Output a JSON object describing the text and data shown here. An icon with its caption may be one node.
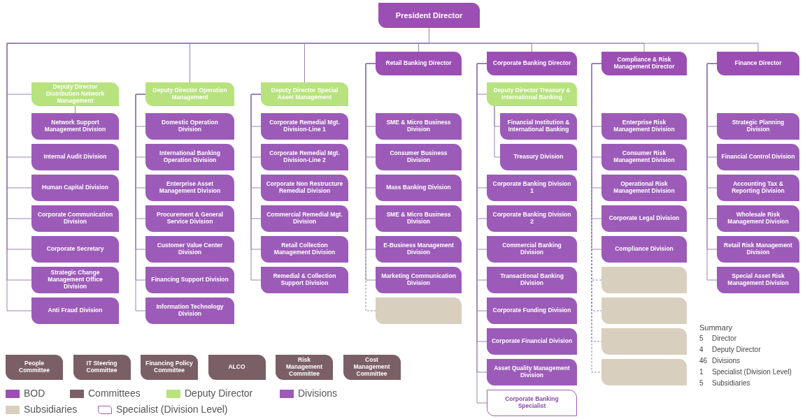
{
  "diagram": {
    "nodes": [
      {
        "text": [
          "President Director"
        ]
      },
      {
        "text": [
          "Deputy Director Distribution Network Management"
        ]
      },
      {
        "text": [
          "Network Support Management Division"
        ]
      },
      {
        "text": [
          "Internal Audit Division"
        ]
      },
      {
        "text": [
          "Human Capital Division"
        ]
      },
      {
        "text": [
          "Corporate Communication Division"
        ]
      },
      {
        "text": [
          "Corporate Secretary"
        ]
      },
      {
        "text": [
          "Strategic Change Management Office Division"
        ]
      },
      {
        "text": [
          "Anti Fraud Division"
        ]
      },
      {
        "text": [
          "Deputy Director Operation Management"
        ]
      },
      {
        "text": [
          "Domestic Operation Division"
        ]
      },
      {
        "text": [
          "International Banking Operation Division"
        ]
      },
      {
        "text": [
          "Enterprise Asset Management Division"
        ]
      },
      {
        "text": [
          "Procurement & General Service Division"
        ]
      },
      {
        "text": [
          "Customer Value Center Division"
        ]
      },
      {
        "text": [
          "Financing Support Division"
        ]
      },
      {
        "text": [
          "Information Technology Division"
        ]
      },
      {
        "text": [
          "Deputy Director Special Asset Management"
        ]
      },
      {
        "text": [
          "Corporate Remedial Mgt. Division-Line 1"
        ]
      },
      {
        "text": [
          "Corporate Remedial Mgt. Division-Line 2"
        ]
      },
      {
        "text": [
          "Corporate Non Restructure Remedial Division"
        ]
      },
      {
        "text": [
          "Commercial Remedial Mgt. Division"
        ]
      },
      {
        "text": [
          "Retail Collection Management Division"
        ]
      },
      {
        "text": [
          "Remedial & Collection Support Division"
        ]
      },
      {
        "text": [
          "Retail Banking Director"
        ]
      },
      {
        "text": [
          "SME & Micro Business Division"
        ]
      },
      {
        "text": [
          "Consumer Business Division"
        ]
      },
      {
        "text": [
          "Mass Banking Division"
        ]
      },
      {
        "text": [
          "SME & Micro Business Division"
        ]
      },
      {
        "text": [
          "E-Business Management Division"
        ]
      },
      {
        "text": [
          "Marketing Communication Division"
        ]
      },
      {
        "text": [],
        "shape": "box"
      },
      {
        "text": [
          "Corporate Banking Director"
        ]
      },
      {
        "text": [
          "Deputy Director Treasury & International Banking"
        ]
      },
      {
        "text": [
          "Financial Institution & International Banking"
        ]
      },
      {
        "text": [
          "Treasury Division"
        ]
      },
      {
        "text": [
          "Corporate Banking Division 1"
        ]
      },
      {
        "text": [
          "Corporate Banking Division 2"
        ]
      },
      {
        "text": [
          "Commercial Banking Division"
        ]
      },
      {
        "text": [
          "Transactional Banking Division"
        ]
      },
      {
        "text": [
          "Corporate Funding Division"
        ]
      },
      {
        "text": [
          "Corporate Financial Division"
        ]
      },
      {
        "text": [
          "Asset Quality Management Division"
        ]
      },
      {
        "text": [
          "Corporate Banking Specialist"
        ]
      },
      {
        "text": [
          "Compliance & Risk Management Director"
        ]
      },
      {
        "text": [
          "Enterprise Risk Management Division"
        ]
      },
      {
        "text": [
          "Consumer Risk Management Division"
        ]
      },
      {
        "text": [
          "Operational Risk Management Division"
        ]
      },
      {
        "text": [
          "Corporate Legal Division"
        ]
      },
      {
        "text": [
          "Compliance Division"
        ]
      },
      {
        "text": [],
        "shape": "box"
      },
      {
        "text": [],
        "shape": "box"
      },
      {
        "text": [],
        "shape": "box"
      },
      {
        "text": [],
        "shape": "box"
      },
      {
        "text": [
          "Finance Director"
        ]
      },
      {
        "text": [
          "Strategic Planning Division"
        ]
      },
      {
        "text": [
          "Financial Control Division"
        ]
      },
      {
        "text": [
          "Accounting Tax & Reporting Division"
        ]
      },
      {
        "text": [
          "Wholesale Risk Management Division"
        ]
      },
      {
        "text": [
          "Retail Risk Management Division"
        ]
      },
      {
        "text": [
          "Special Asset Risk Management Division"
        ]
      },
      {
        "text": [
          "People Committee"
        ]
      },
      {
        "text": [
          "IT Steering Committee"
        ]
      },
      {
        "text": [
          "Financing Policy Committee"
        ]
      },
      {
        "text": [
          "ALCO"
        ]
      },
      {
        "text": [
          "Risk Management Committee"
        ]
      },
      {
        "text": [
          "Cost Management Committee"
        ]
      }
    ],
    "edges": [
      {
        "from": 0,
        "to": 1,
        "arrow": "none"
      },
      {
        "from": 1,
        "to": 2,
        "arrow": "none"
      },
      {
        "from": 0,
        "to": 3,
        "arrow": "none"
      },
      {
        "from": 0,
        "to": 4,
        "arrow": "none"
      },
      {
        "from": 0,
        "to": 5,
        "arrow": "none"
      },
      {
        "from": 0,
        "to": 6,
        "arrow": "none"
      },
      {
        "from": 0,
        "to": 7,
        "arrow": "none"
      },
      {
        "from": 0,
        "to": 8,
        "arrow": "none"
      },
      {
        "from": 0,
        "to": 9,
        "arrow": "none"
      },
      {
        "from": 9,
        "to": 10,
        "arrow": "none"
      },
      {
        "from": 9,
        "to": 11,
        "arrow": "none"
      },
      {
        "from": 9,
        "to": 12,
        "arrow": "none"
      },
      {
        "from": 9,
        "to": 13,
        "arrow": "none"
      },
      {
        "from": 9,
        "to": 14,
        "arrow": "none"
      },
      {
        "from": 9,
        "to": 15,
        "arrow": "none"
      },
      {
        "from": 9,
        "to": 16,
        "arrow": "none"
      },
      {
        "from": 0,
        "to": 17,
        "arrow": "none"
      },
      {
        "from": 17,
        "to": 18,
        "arrow": "none"
      },
      {
        "from": 17,
        "to": 19,
        "arrow": "none"
      },
      {
        "from": 17,
        "to": 20,
        "arrow": "none"
      },
      {
        "from": 17,
        "to": 21,
        "arrow": "none"
      },
      {
        "from": 17,
        "to": 22,
        "arrow": "none"
      },
      {
        "from": 17,
        "to": 23,
        "arrow": "none"
      },
      {
        "from": 0,
        "to": 24,
        "arrow": "none"
      },
      {
        "from": 24,
        "to": 25,
        "arrow": "none"
      },
      {
        "from": 24,
        "to": 26,
        "arrow": "none"
      },
      {
        "from": 24,
        "to": 27,
        "arrow": "none"
      },
      {
        "from": 24,
        "to": 28,
        "arrow": "none"
      },
      {
        "from": 24,
        "to": 29,
        "arrow": "none"
      },
      {
        "from": 24,
        "to": 30,
        "arrow": "none"
      },
      {
        "from": 24,
        "to": 31,
        "arrow": "none",
        "style": "dashed"
      },
      {
        "from": 0,
        "to": 32,
        "arrow": "none"
      },
      {
        "from": 32,
        "to": 33,
        "arrow": "none"
      },
      {
        "from": 33,
        "to": 34,
        "arrow": "none"
      },
      {
        "from": 33,
        "to": 35,
        "arrow": "none"
      },
      {
        "from": 32,
        "to": 36,
        "arrow": "none"
      },
      {
        "from": 32,
        "to": 37,
        "arrow": "none"
      },
      {
        "from": 32,
        "to": 38,
        "arrow": "none"
      },
      {
        "from": 32,
        "to": 39,
        "arrow": "none"
      },
      {
        "from": 32,
        "to": 40,
        "arrow": "none"
      },
      {
        "from": 32,
        "to": 41,
        "arrow": "none"
      },
      {
        "from": 32,
        "to": 42,
        "arrow": "none"
      },
      {
        "from": 32,
        "to": 43,
        "arrow": "none"
      },
      {
        "from": 0,
        "to": 44,
        "arrow": "none"
      },
      {
        "from": 44,
        "to": 45,
        "arrow": "none"
      },
      {
        "from": 44,
        "to": 46,
        "arrow": "none"
      },
      {
        "from": 44,
        "to": 47,
        "arrow": "none"
      },
      {
        "from": 44,
        "to": 48,
        "arrow": "none"
      },
      {
        "from": 44,
        "to": 49,
        "arrow": "none"
      },
      {
        "from": 44,
        "to": 50,
        "arrow": "none",
        "style": "dashed"
      },
      {
        "from": 44,
        "to": 51,
        "arrow": "none",
        "style": "dashed"
      },
      {
        "from": 44,
        "to": 52,
        "arrow": "none",
        "style": "dashed"
      },
      {
        "from": 44,
        "to": 53,
        "arrow": "none",
        "style": "dashed"
      },
      {
        "from": 0,
        "to": 54,
        "arrow": "none"
      },
      {
        "from": 54,
        "to": 55,
        "arrow": "none"
      },
      {
        "from": 54,
        "to": 56,
        "arrow": "none"
      },
      {
        "from": 54,
        "to": 57,
        "arrow": "none"
      },
      {
        "from": 54,
        "to": 58,
        "arrow": "none"
      },
      {
        "from": 54,
        "to": 59,
        "arrow": "none"
      },
      {
        "from": 54,
        "to": 60,
        "arrow": "none"
      }
    ],
    "labels": [
      "Summary",
      "5",
      "Director",
      "4",
      "Deputy Director",
      "46",
      "Divisions",
      "1",
      "Specialist (Division Level)",
      "5",
      "Subsidiaries"
    ],
    "legend": [
      {
        "text": "BOD",
        "color": "#9b4fb4"
      },
      {
        "text": "Committees",
        "color": "#7b5f66"
      },
      {
        "text": "Deputy Director",
        "color": "#b7e27e"
      },
      {
        "text": "Divisions",
        "color": "#9c5bb8"
      },
      {
        "text": "Subsidiaries",
        "color": "#d9cfbe"
      },
      {
        "text": "Specialist (Division Level)"
      }
    ]
  }
}
